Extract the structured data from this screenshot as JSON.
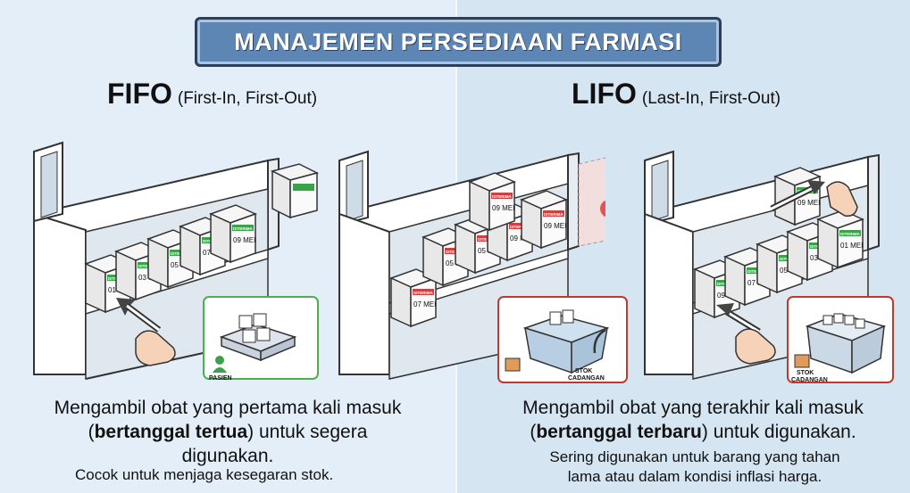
{
  "title": "MANAJEMEN PERSEDIAAN FARMASI",
  "fifo": {
    "name": "FIFO",
    "subtitle": "(First-In, First-Out)",
    "box_dates": [
      "01 MEI",
      "03 MEI",
      "05 MEI",
      "07 MEI",
      "09 MEI"
    ],
    "box_tag": "DITERIMA",
    "inset_label": "PASIEN",
    "desc_line1": "Mengambil obat yang pertama kali masuk",
    "desc_paren_open": "(",
    "desc_bold": "bertanggal tertua",
    "desc_after_bold": ") untuk segera",
    "desc_line3": "digunakan.",
    "note": "Cocok untuk menjaga kesegaran stok."
  },
  "lifo": {
    "name": "LIFO",
    "subtitle": "(Last-In, First-Out)",
    "box_dates": [
      "01 MEI",
      "03 MEI",
      "05 MEI",
      "07 MEI",
      "09 MEI"
    ],
    "box_tag": "DITERIMA",
    "inset_label_1": "STOK",
    "inset_label_2": "CADANGAN",
    "desc_line1": "Mengambil obat yang terakhir kali masuk",
    "desc_paren_open": "(",
    "desc_bold": "bertanggal terbaru",
    "desc_after_bold": ") untuk digunakan.",
    "note_line1": "Sering digunakan untuk barang yang tahan",
    "note_line2": "lama atau dalam kondisi inflasi harga."
  },
  "colors": {
    "banner": "#5e86b5",
    "tag_green": "#3aa34a",
    "tag_red": "#d14040",
    "inset_green_border": "#4caf50",
    "inset_red_border": "#c0392b"
  }
}
